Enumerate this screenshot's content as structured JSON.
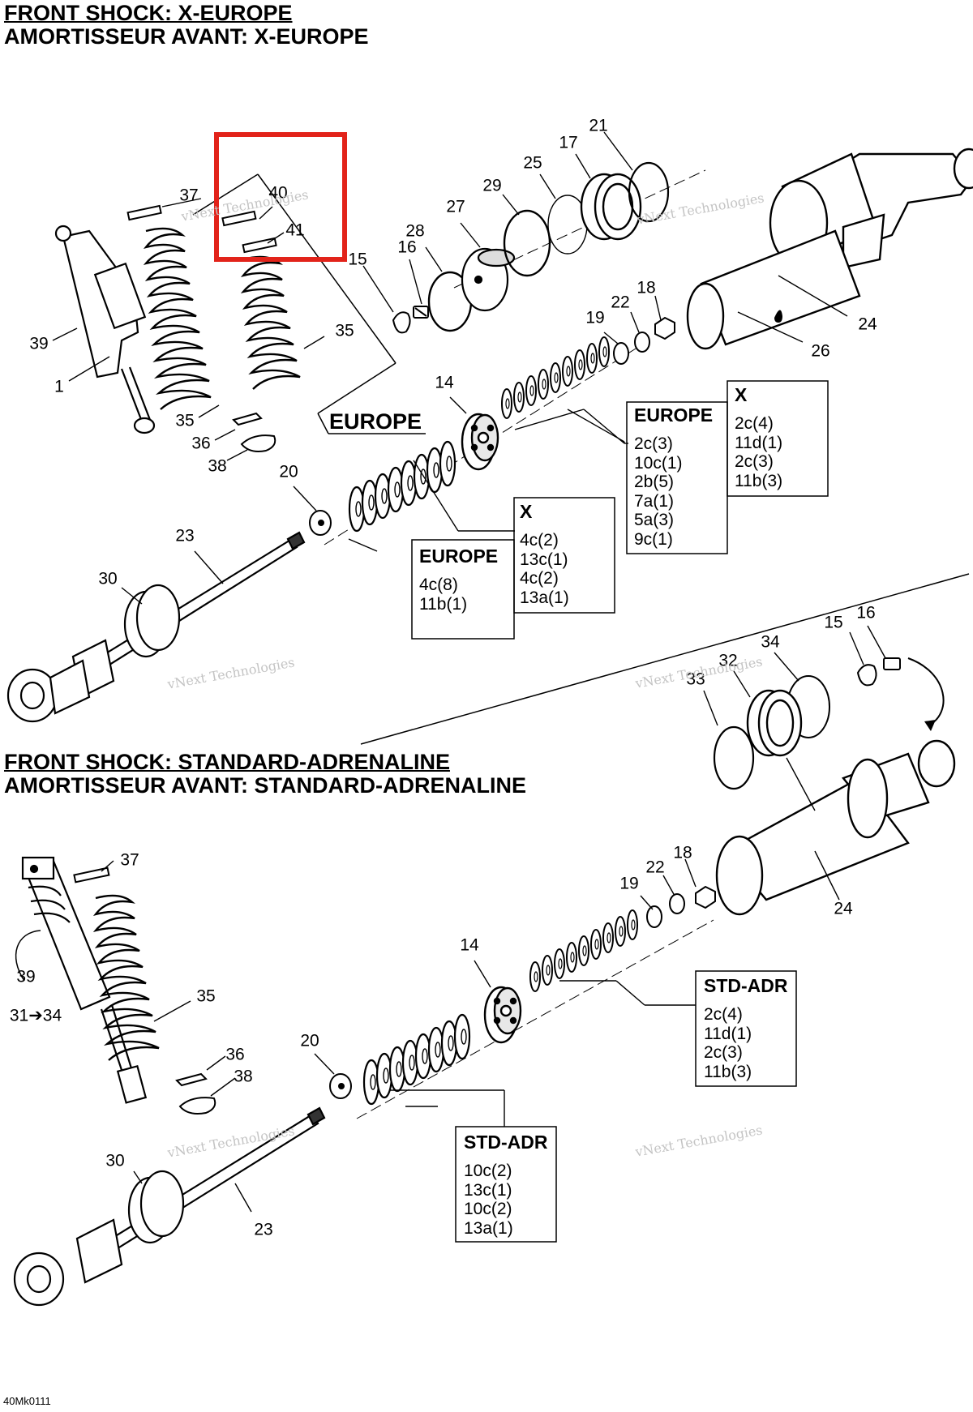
{
  "titles": {
    "top_en": "FRONT SHOCK:  X-EUROPE",
    "top_fr": "AMORTISSEUR AVANT:  X-EUROPE",
    "bottom_en": "FRONT SHOCK:  STANDARD-ADRENALINE",
    "bottom_fr": "AMORTISSEUR AVANT:  STANDARD-ADRENALINE"
  },
  "europe_label": "EUROPE",
  "watermark": {
    "line1": "vNext Technologies",
    "line2": "vNext\nTechnologies"
  },
  "figure_code": "40Mk0111",
  "highlight_color": "#e2231a",
  "callouts": {
    "top": [
      "37",
      "40",
      "41",
      "15",
      "16",
      "28",
      "27",
      "29",
      "25",
      "17",
      "21",
      "39",
      "1",
      "35",
      "35",
      "36",
      "38",
      "14",
      "19",
      "22",
      "18",
      "24",
      "26",
      "20",
      "23",
      "30"
    ],
    "bottom": [
      "15",
      "16",
      "34",
      "32",
      "33",
      "37",
      "39",
      "31➔34",
      "35",
      "36",
      "38",
      "20",
      "14",
      "19",
      "22",
      "18",
      "24",
      "30",
      "23"
    ]
  },
  "boxes": {
    "top_europe_small": {
      "title": "EUROPE",
      "items": [
        "4c(8)",
        "11b(1)"
      ]
    },
    "top_x_small": {
      "title": "X",
      "items": [
        "4c(2)",
        "13c(1)",
        "4c(2)",
        "13a(1)"
      ]
    },
    "top_europe_large": {
      "title": "EUROPE",
      "items": [
        "2c(3)",
        "10c(1)",
        "2b(5)",
        "7a(1)",
        "5a(3)",
        "9c(1)"
      ]
    },
    "top_x_large": {
      "title": "X",
      "items": [
        "2c(4)",
        "11d(1)",
        "2c(3)",
        "11b(3)"
      ]
    },
    "bottom_std_upper": {
      "title": "STD-ADR",
      "items": [
        "2c(4)",
        "11d(1)",
        "2c(3)",
        "11b(3)"
      ]
    },
    "bottom_std_lower": {
      "title": "STD-ADR",
      "items": [
        "10c(2)",
        "13c(1)",
        "10c(2)",
        "13a(1)"
      ]
    }
  }
}
